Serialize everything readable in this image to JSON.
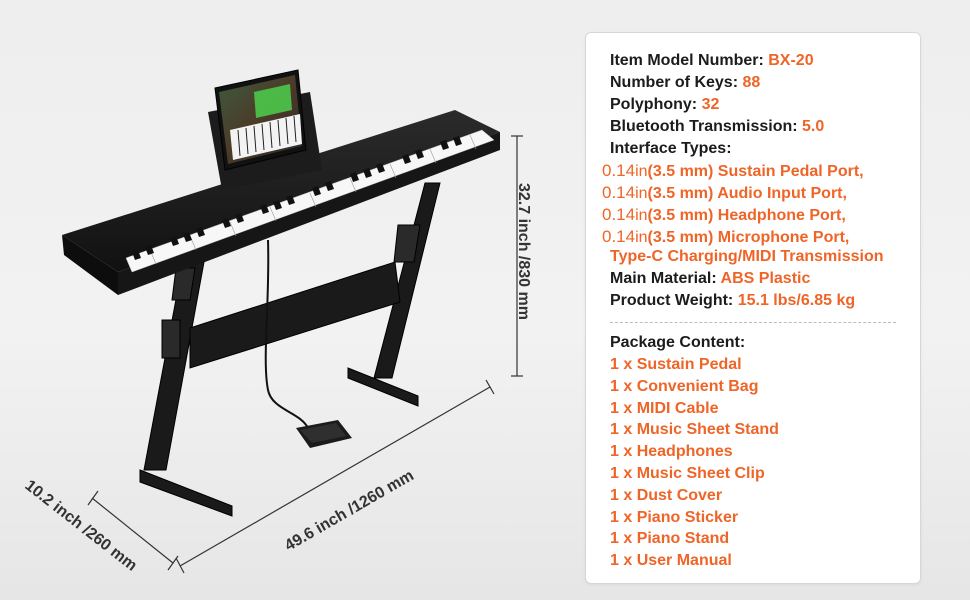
{
  "dimensions": {
    "height": "32.7 inch /830 mm",
    "width": "49.6 inch /1260 mm",
    "depth": "10.2 inch /260 mm"
  },
  "specs": {
    "model": {
      "label": "Item Model Number:",
      "value": "BX-20"
    },
    "keys": {
      "label": "Number of Keys:",
      "value": "88"
    },
    "polyphony": {
      "label": "Polyphony:",
      "value": "32"
    },
    "bluetooth": {
      "label": "Bluetooth Transmission:",
      "value": "5.0"
    },
    "interface_title": "Interface Types:",
    "interfaces": [
      {
        "num": "0.14",
        "unit": "in",
        "text": "(3.5 mm) Sustain Pedal Port,"
      },
      {
        "num": "0.14",
        "unit": "in",
        "text": "(3.5 mm) Audio Input Port,"
      },
      {
        "num": "0.14",
        "unit": "in",
        "text": "(3.5 mm) Headphone Port,"
      },
      {
        "num": "0.14",
        "unit": "in",
        "text": "(3.5 mm) Microphone Port,"
      }
    ],
    "interface_extra": "Type-C Charging/MIDI Transmission",
    "material": {
      "label": "Main Material:",
      "value": "ABS Plastic"
    },
    "weight": {
      "label": "Product Weight:",
      "value": "15.1 lbs/6.85 kg"
    }
  },
  "package": {
    "title": "Package Content:",
    "items": [
      "1 x Sustain Pedal",
      "1 x Convenient Bag",
      "1 x MIDI Cable",
      "1 x Music Sheet Stand",
      "1 x Headphones",
      "1 x Music Sheet Clip",
      "1 x Dust Cover",
      "1 x Piano Sticker",
      "1 x Piano Stand",
      "1 x User Manual"
    ]
  },
  "colors": {
    "accent": "#ef6528",
    "text": "#1c1c1c",
    "card_bg": "#ffffff"
  }
}
